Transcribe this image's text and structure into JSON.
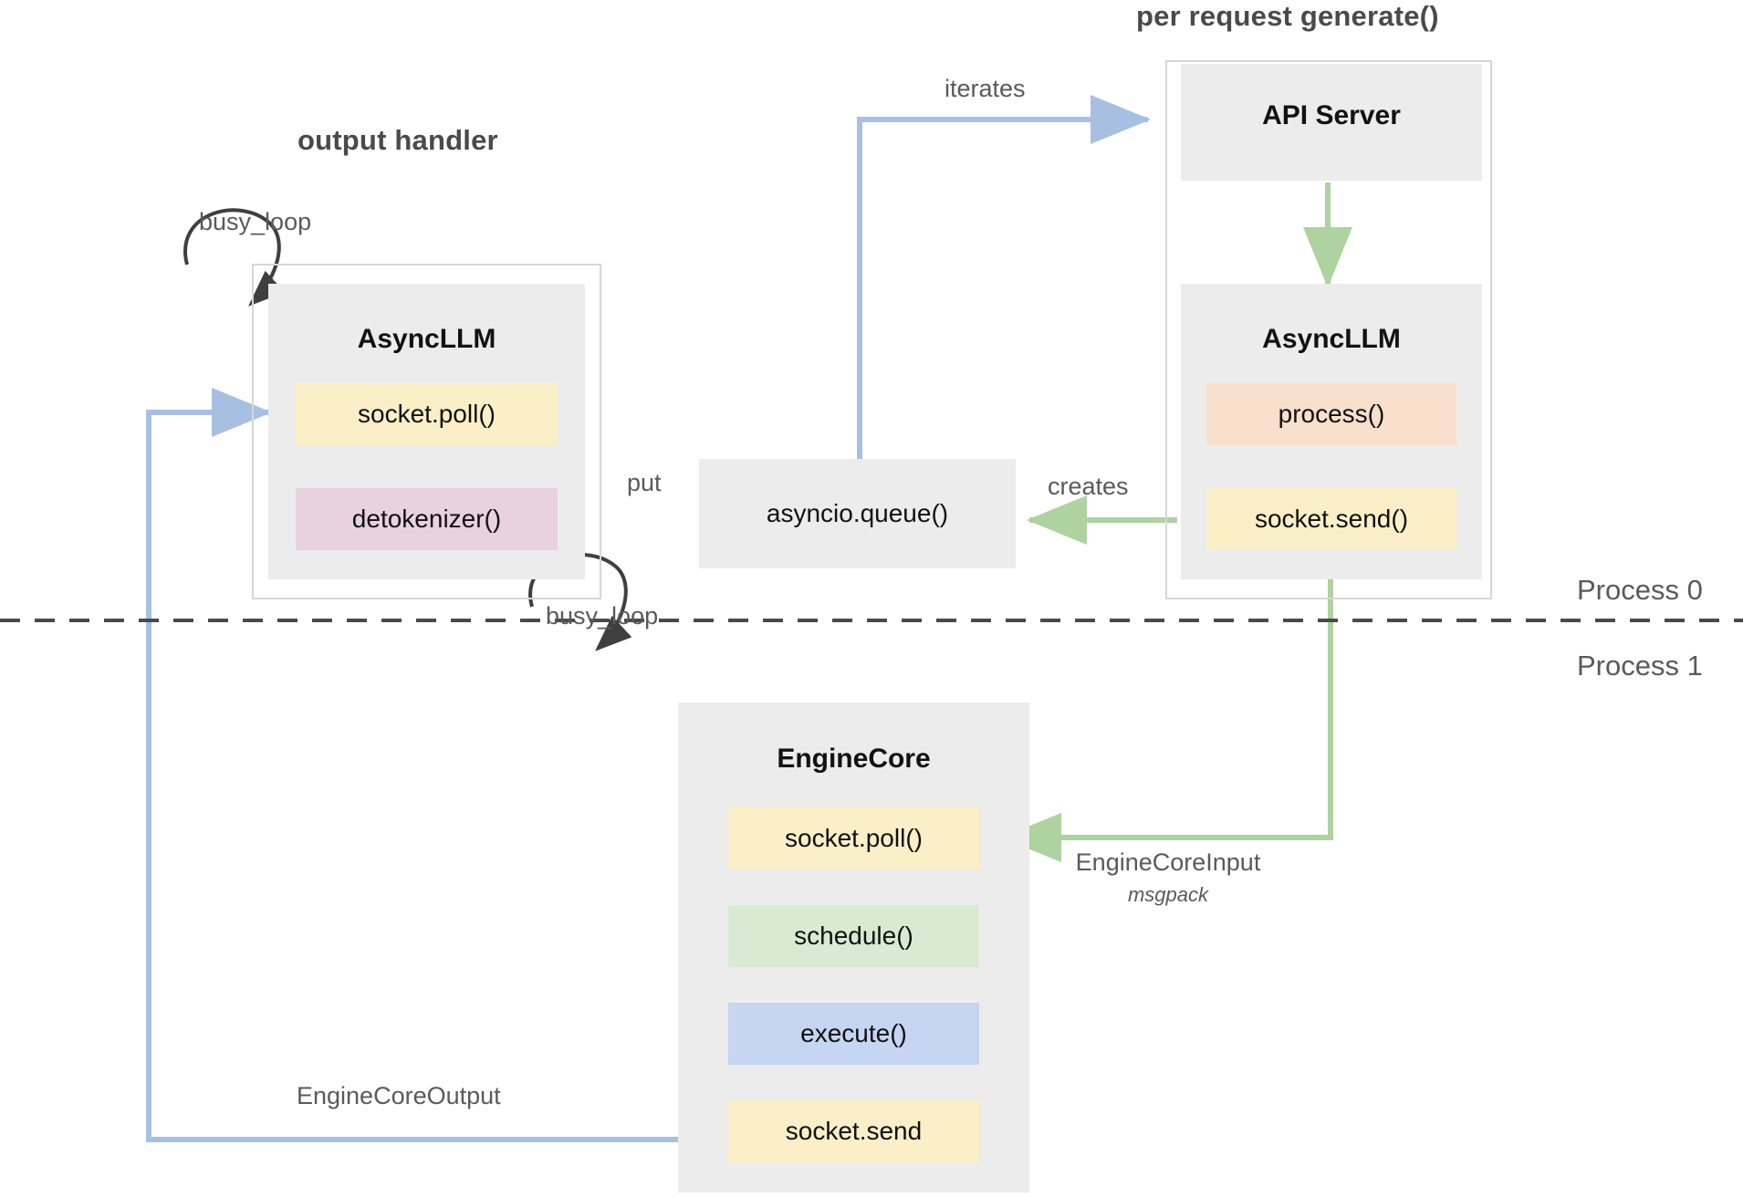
{
  "diagram": {
    "title_output_handler": "output handler",
    "title_per_request": "per request generate()",
    "process_top": "Process 0",
    "process_bottom": "Process 1",
    "colors": {
      "node_fill": "#ececec",
      "outer_border": "#d6d6d6",
      "chip_yellow": "#fbefc8",
      "chip_pink": "#e8d2de",
      "chip_peach": "#f8e0cc",
      "chip_green": "#d9ead3",
      "chip_blue": "#c5d5f2",
      "arrow_blue": "#a7c0e2",
      "arrow_green": "#aed2a0",
      "arrow_black": "#3f3f3f",
      "text_dark": "#121212",
      "text_grey": "#5a5a5a",
      "divider": "#4a4a4a"
    }
  },
  "nodes": {
    "async_llm_left": {
      "title": "AsyncLLM",
      "chips": [
        {
          "label": "socket.poll()",
          "color": "chip_yellow"
        },
        {
          "label": "detokenizer()",
          "color": "chip_pink"
        }
      ]
    },
    "asyncio_queue": {
      "title": "asyncio.queue()"
    },
    "api_server": {
      "title": "API Server"
    },
    "async_llm_right": {
      "title": "AsyncLLM",
      "chips": [
        {
          "label": "process()",
          "color": "chip_peach"
        },
        {
          "label": "socket.send()",
          "color": "chip_yellow"
        }
      ]
    },
    "engine_core": {
      "title": "EngineCore",
      "chips": [
        {
          "label": "socket.poll()",
          "color": "chip_yellow"
        },
        {
          "label": "schedule()",
          "color": "chip_green"
        },
        {
          "label": "execute()",
          "color": "chip_blue"
        },
        {
          "label": "socket.send",
          "color": "chip_yellow"
        }
      ]
    }
  },
  "edges": {
    "busy_loop_left": "busy_loop",
    "busy_loop_engine": "busy_loop",
    "put": "put",
    "iterates": "iterates",
    "creates": "creates",
    "engine_core_input": "EngineCoreInput",
    "engine_core_input_sub": "msgpack",
    "engine_core_output": "EngineCoreOutput"
  }
}
